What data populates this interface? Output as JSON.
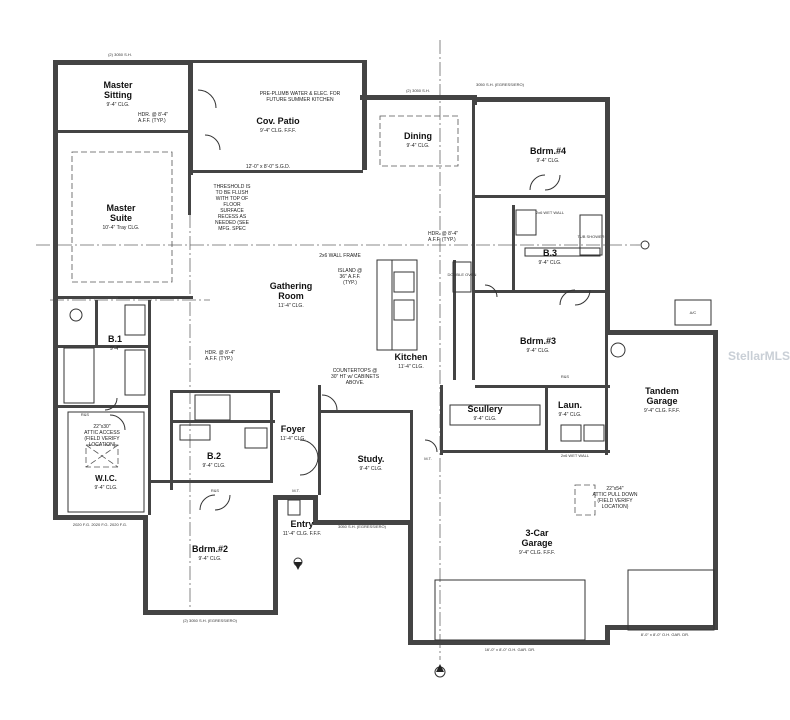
{
  "colors": {
    "wall": "#444444",
    "line": "#333333",
    "watermark": "#c9cfd6"
  },
  "watermark": "StellarMLS",
  "rooms": {
    "master_sitting": {
      "name_line1": "Master",
      "name_line2": "Sitting",
      "ceiling": "9'-4\" CLG."
    },
    "cov_patio": {
      "name": "Cov. Patio",
      "ceiling": "9'-4\" CLG. F.F.F."
    },
    "dining": {
      "name": "Dining",
      "ceiling": "9'-4\" CLG."
    },
    "bdrm4": {
      "name": "Bdrm.#4",
      "ceiling": "9'-4\" CLG."
    },
    "master_suite": {
      "name_line1": "Master",
      "name_line2": "Suite",
      "ceiling": "10'-4\" Tray CLG."
    },
    "gathering": {
      "name_line1": "Gathering",
      "name_line2": "Room",
      "ceiling": "11'-4\" CLG."
    },
    "b3": {
      "name": "B.3",
      "ceiling": "9'-4\" CLG."
    },
    "bdrm3": {
      "name": "Bdrm.#3",
      "ceiling": "9'-4\" CLG."
    },
    "b1": {
      "name": "B.1",
      "ceiling": "9'-4\""
    },
    "kitchen": {
      "name": "Kitchen",
      "ceiling": "11'-4\" CLG."
    },
    "tandem": {
      "name_line1": "Tandem",
      "name_line2": "Garage",
      "ceiling": "9'-4\" CLG. F.F.F."
    },
    "foyer": {
      "name": "Foyer",
      "ceiling": "11'-4\" CLG."
    },
    "scullery": {
      "name": "Scullery",
      "ceiling": "9'-4\" CLG."
    },
    "laun": {
      "name": "Laun.",
      "ceiling": "9'-4\" CLG."
    },
    "b2": {
      "name": "B.2",
      "ceiling": "9'-4\" CLG."
    },
    "study": {
      "name": "Study.",
      "ceiling": "9'-4\" CLG."
    },
    "wic": {
      "name": "W.I.C.",
      "ceiling": "9'-4\" CLG."
    },
    "entry": {
      "name": "Entry",
      "ceiling": "11'-4\" CLG. F.F.F."
    },
    "garage3": {
      "name_line1": "3-Car",
      "name_line2": "Garage",
      "ceiling": "9'-4\" CLG. F.F.F."
    },
    "bdrm2": {
      "name": "Bdrm.#2",
      "ceiling": "9'-4\" CLG."
    }
  },
  "notes": {
    "prewater_1": "PRE-PLUMB WATER & ELEC. FOR",
    "prewater_2": "FUTURE SUMMER KITCHEN",
    "hdr_top": "HDR. @ 8'-4\"",
    "hdr_top2": "A.F.F. (TYP.)",
    "threshold_1": "THRESHOLD IS",
    "threshold_2": "TO BE FLUSH",
    "threshold_3": "WITH TOP OF",
    "threshold_4": "FLOOR",
    "threshold_5": "SURFACE",
    "threshold_6": "RECESS AS",
    "threshold_7": "NEEDED (SEE",
    "threshold_8": "MFG. SPEC",
    "sgd": "12'-0\" x 8'-0\" S.G.D.",
    "wall_frame": "2x6 WALL FRAME",
    "island_1": "ISLAND @",
    "island_2": "36\" A.F.F.",
    "island_3": "(TYP.)",
    "counter_1": "COUNTERTOPS @",
    "counter_2": "30\" HT w/ CABINETS",
    "counter_3": "ABOVE.",
    "hdr_mid": "HDR. @ 8'-4\"",
    "hdr_mid2": "A.F.F. (TYP.)",
    "hdr_right": "HDR. @ 8'-4\"",
    "hdr_right2": "A.F.F. (TYP.)",
    "attic_1": "22\"x30\"",
    "attic_2": "ATTIC ACCESS",
    "attic_3": "(FIELD VERIFY",
    "attic_4": "LOCATION)",
    "attic_pd_1": "22\"x54\"",
    "attic_pd_2": "ATTIC PULL DOWN",
    "attic_pd_3": "(FIELD VERIFY",
    "attic_pd_4": "LOCATION)",
    "tub_shower": "TUB SHOWER",
    "double_oven": "DOUBLE OVEN",
    "ac": "A/C",
    "shelf": "R&S",
    "wet_wall": "2x6 WET WALL",
    "mt": "M.T.",
    "window_top": "(2) 3050 S.H.",
    "window_top_mid": "(2) 3050 S.H.",
    "window_egress_top": "3050 S.H. (EGRESS/ERO)",
    "window_study": "3050 S.H. (EGRESS/ERO)",
    "window_bdrm2": "(2) 3050 S.H. (EGRESS/ERO)",
    "window_wic": "2020 F.G.  2020 F.G.  2020 F.G.",
    "gar_door_left": "16'-0\" x 8'-0\" O.H. GAR. DR.",
    "gar_door_right": "8'-0\" x 8'-0\" O.H. GAR. DR."
  }
}
